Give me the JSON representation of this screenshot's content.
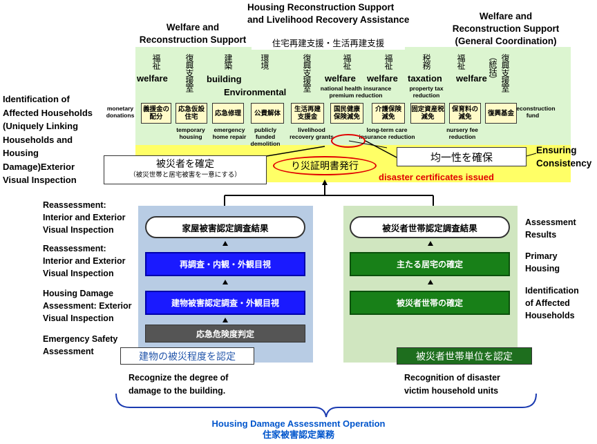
{
  "top_titles": {
    "center": "Housing Reconstruction Support\nand Livelihood Recovery Assistance",
    "left": "Welfare and\nReconstruction Support",
    "right": "Welfare and\nReconstruction Support\n(General Coordination)"
  },
  "jp_header_box": "住宅再建支援・生活再建支援",
  "columns": [
    {
      "vjp": "福祉",
      "en": "welfare"
    },
    {
      "vjp": "復興支援室",
      "en": ""
    },
    {
      "vjp": "建築",
      "en": "building"
    },
    {
      "vjp": "環境",
      "en": "Environmental"
    },
    {
      "vjp": "復興支援室",
      "en": ""
    },
    {
      "vjp": "福祉",
      "en": "welfare"
    },
    {
      "vjp": "福祉",
      "en": "welfare"
    },
    {
      "vjp": "税務",
      "en": "taxation"
    },
    {
      "vjp": "福祉",
      "en": "welfare"
    },
    {
      "vjp": "（統括）",
      "en": ""
    },
    {
      "vjp": "復興支援室",
      "en": ""
    }
  ],
  "mid_notes": {
    "national_health": "national health insurance\npremium reduction",
    "property_tax": "property tax\nreduction"
  },
  "side_notes": {
    "monetary": "monetary\ndonations",
    "reconstruction_fund": "reconstruction\nfund"
  },
  "programs": [
    {
      "jp": "義援金の配分"
    },
    {
      "jp": "応急仮設住宅"
    },
    {
      "jp": "応急修理"
    },
    {
      "jp": "公費解体"
    },
    {
      "jp": "生活再建支援金"
    },
    {
      "jp": "国民健康保険減免"
    },
    {
      "jp": "介護保険減免"
    },
    {
      "jp": "固定資産税減免"
    },
    {
      "jp": "保育料の減免"
    },
    {
      "jp": "復興基金"
    }
  ],
  "program_notes": {
    "temp_housing": "temporary\nhousing",
    "emergency_repair": "emergency\nhome repair",
    "public_demolition": "publicly\nfunded\ndemolition",
    "livelihood": "livelihood\nrecovery grants",
    "long_term_care": "long-term care\ninsurance reduction",
    "nursery": "nursery fee\nreduction"
  },
  "left_title": "Identification of\nAffected Households\n(Uniquely Linking\nHouseholds and\nHousing\nDamage)Exterior\nVisual Inspection",
  "identify_box": {
    "line1": "被災者を確定",
    "line2": "（被災世帯と居宅被害を一意にする）"
  },
  "certificate": {
    "jp": "り災証明書発行",
    "en": "disaster certificates issued"
  },
  "consistency": {
    "jp": "均一性を確保",
    "en": "Ensuring\nConsistency"
  },
  "left_panel": {
    "result": "家屋被害認定調査結果",
    "step1": "再調査・内観・外観目視",
    "step2": "建物被害認定調査・外観目視",
    "step3": "応急危険度判定",
    "footer": "建物の被災程度を認定",
    "caption": "Recognize the degree of\ndamage to the building."
  },
  "left_labels": [
    "Reassessment:\nInterior and Exterior\nVisual Inspection",
    "Reassessment:\nInterior and Exterior\nVisual Inspection",
    "Housing Damage\nAssessment: Exterior\nVisual Inspection",
    "Emergency Safety\nAssessment"
  ],
  "right_panel": {
    "result": "被災者世帯認定調査結果",
    "step1": "主たる居宅の確定",
    "step2": "被災者世帯の確定",
    "footer": "被災者世帯単位を認定",
    "caption": "Recognition of disaster\nvictim household units"
  },
  "right_labels": [
    "Assessment\nResults",
    "Primary\nHousing",
    "Identification\nof Affected\nHouseholds"
  ],
  "bottom": {
    "en": "Housing Damage Assessment Operation",
    "jp": "住家被害認定業務"
  },
  "colors": {
    "green_bg": "#dcf5d0",
    "yellow": "#ffff66",
    "blue_panel": "#b8cce4",
    "green_panel": "#d0e6c0",
    "red": "#e00000",
    "blue_text": "#0055cc"
  }
}
